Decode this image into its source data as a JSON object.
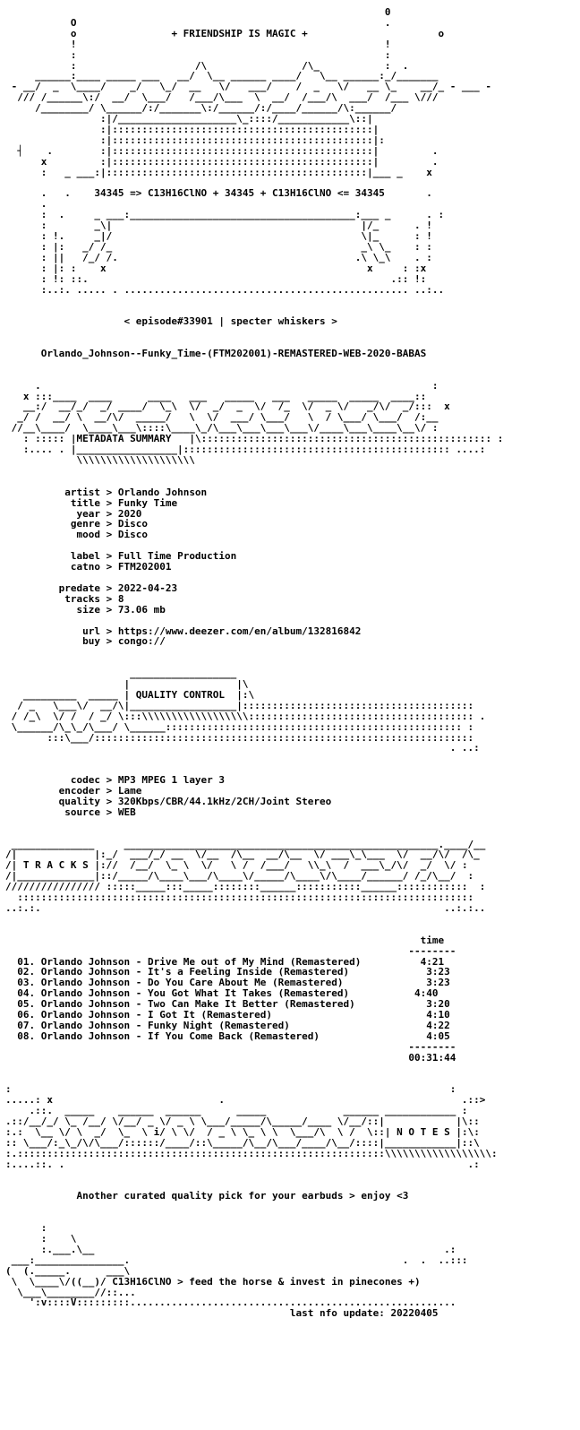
{
  "header": {
    "banner": "+ FRIENDSHIP IS MAGIC +",
    "formula": "34345 => C13H16ClNO + 34345 + C13H16ClNO <= 34345"
  },
  "episode": "< episode#33901 | specter whiskers >",
  "release_name": "Orlando_Johnson--Funky_Time-(FTM202001)-REMASTERED-WEB-2020-BABAS",
  "sections": {
    "metadata": "METADATA SUMMARY",
    "quality": "QUALITY CONTROL",
    "tracks": "T R A C K S",
    "notes": "N O T E S"
  },
  "metadata": {
    "artist": "Orlando Johnson",
    "title": "Funky Time",
    "year": "2020",
    "genre": "Disco",
    "mood": "Disco",
    "label": "Full Time Production",
    "catno": "FTM202001",
    "predate": "2022-04-23",
    "tracks": "8",
    "size": "73.06 mb",
    "url": "https://www.deezer.com/en/album/132816842",
    "buy": "congo://"
  },
  "quality": {
    "codec": "MP3 MPEG 1 layer 3",
    "encoder": "Lame",
    "quality": "320Kbps/CBR/44.1kHz/2CH/Joint Stereo",
    "source": "WEB"
  },
  "tracklist": {
    "time_header": "time",
    "items": [
      {
        "no": "01.",
        "title": "Orlando Johnson - Drive Me out of My Mind (Remastered)",
        "time": "4:21"
      },
      {
        "no": "02.",
        "title": "Orlando Johnson - It's a Feeling Inside (Remastered)",
        "time": "3:23"
      },
      {
        "no": "03.",
        "title": "Orlando Johnson - Do You Care About Me (Remastered)",
        "time": "3:23"
      },
      {
        "no": "04.",
        "title": "Orlando Johnson - You Got What It Takes (Remastered)",
        "time": "4:40"
      },
      {
        "no": "05.",
        "title": "Orlando Johnson - Two Can Make It Better (Remastered)",
        "time": "3:20"
      },
      {
        "no": "06.",
        "title": "Orlando Johnson - I Got It (Remastered)",
        "time": "4:10"
      },
      {
        "no": "07.",
        "title": "Orlando Johnson - Funky Night (Remastered)",
        "time": "4:22"
      },
      {
        "no": "08.",
        "title": "Orlando Johnson - If You Come Back (Remastered)",
        "time": "4:05"
      }
    ],
    "total": "00:31:44"
  },
  "notes_text": "Another curated quality pick for your earbuds > enjoy <3",
  "footer": {
    "horse_line": "C13H16ClNO > feed the horse & invest in pinecones +)",
    "last_update": "last nfo update: 20220405"
  }
}
